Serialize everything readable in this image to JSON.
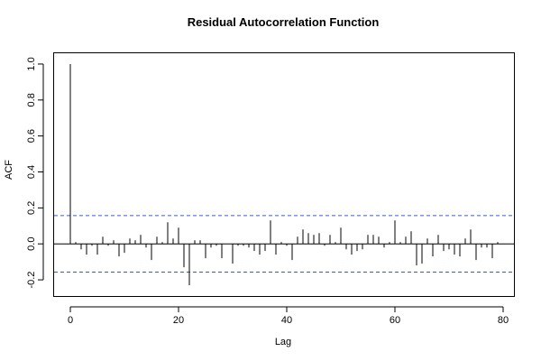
{
  "chart_data": {
    "type": "bar",
    "title": "Residual Autocorrelation Function",
    "xlabel": "Lag",
    "ylabel": "ACF",
    "xlim": [
      -3,
      82
    ],
    "ylim": [
      -0.29,
      1.06
    ],
    "x_ticks": [
      0,
      20,
      40,
      60,
      80
    ],
    "y_ticks": [
      -0.2,
      0.0,
      0.2,
      0.4,
      0.6,
      0.8,
      1.0
    ],
    "x_tick_labels": [
      "0",
      "20",
      "40",
      "60",
      "80"
    ],
    "y_tick_labels": [
      "-0.2",
      "0.0",
      "0.2",
      "0.4",
      "0.6",
      "0.8",
      "1.0"
    ],
    "confidence_bounds": [
      0.157,
      -0.157
    ],
    "colors": {
      "bars": "#000000",
      "bounds": "#3b5bd6",
      "zero_line": "#000000"
    },
    "lags": [
      0,
      1,
      2,
      3,
      4,
      5,
      6,
      7,
      8,
      9,
      10,
      11,
      12,
      13,
      14,
      15,
      16,
      17,
      18,
      19,
      20,
      21,
      22,
      23,
      24,
      25,
      26,
      27,
      28,
      29,
      30,
      31,
      32,
      33,
      34,
      35,
      36,
      37,
      38,
      39,
      40,
      41,
      42,
      43,
      44,
      45,
      46,
      47,
      48,
      49,
      50,
      51,
      52,
      53,
      54,
      55,
      56,
      57,
      58,
      59,
      60,
      61,
      62,
      63,
      64,
      65,
      66,
      67,
      68,
      69,
      70,
      71,
      72,
      73,
      74,
      75,
      76,
      77,
      78,
      79
    ],
    "values": [
      1.0,
      0.01,
      -0.03,
      -0.06,
      -0.01,
      -0.06,
      0.04,
      -0.01,
      0.02,
      -0.07,
      -0.05,
      0.03,
      0.02,
      0.05,
      -0.02,
      -0.09,
      0.04,
      0.01,
      0.12,
      0.03,
      0.09,
      -0.13,
      -0.23,
      0.02,
      0.02,
      -0.08,
      -0.02,
      -0.01,
      -0.08,
      0.0,
      -0.11,
      -0.01,
      -0.01,
      -0.02,
      -0.04,
      -0.06,
      -0.04,
      0.13,
      -0.06,
      0.01,
      -0.01,
      -0.09,
      0.04,
      0.08,
      0.06,
      0.05,
      0.06,
      -0.01,
      0.05,
      0.01,
      0.09,
      -0.03,
      -0.06,
      -0.04,
      -0.03,
      0.05,
      0.05,
      0.04,
      -0.02,
      0.01,
      0.13,
      0.01,
      0.04,
      0.07,
      -0.12,
      -0.11,
      0.03,
      -0.07,
      0.05,
      -0.04,
      -0.03,
      -0.06,
      -0.07,
      0.03,
      0.08,
      -0.09,
      -0.02,
      -0.02,
      -0.08,
      0.01
    ]
  }
}
